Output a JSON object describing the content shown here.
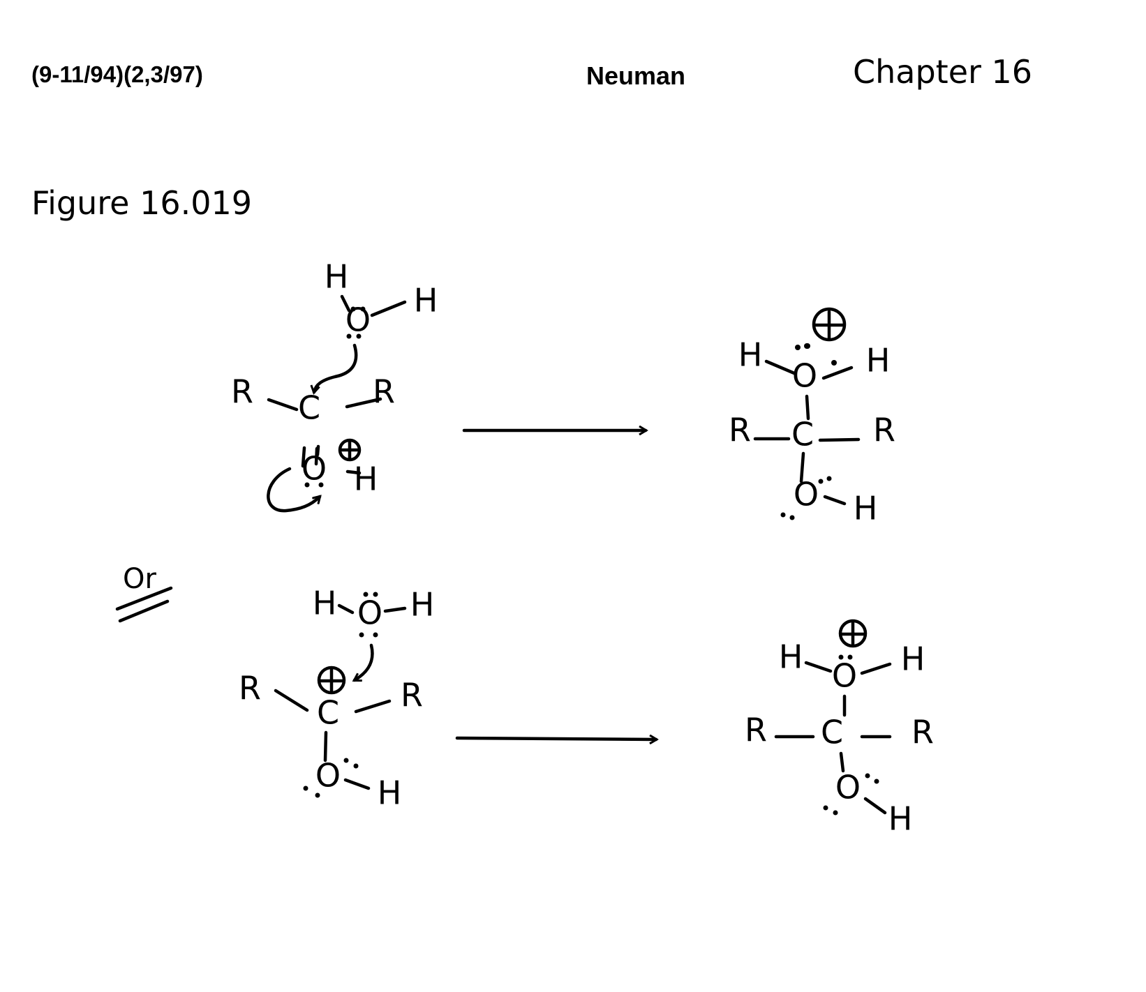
{
  "header": {
    "date": "(9-11/94)(2,3/97)",
    "author": "Neuman",
    "chapter": "Chapter 16"
  },
  "figure_title": "Figure 16.019",
  "atoms": {
    "R": "R",
    "C": "C",
    "O": "O",
    "H": "H",
    "plus": "+"
  },
  "or_label": "Or"
}
